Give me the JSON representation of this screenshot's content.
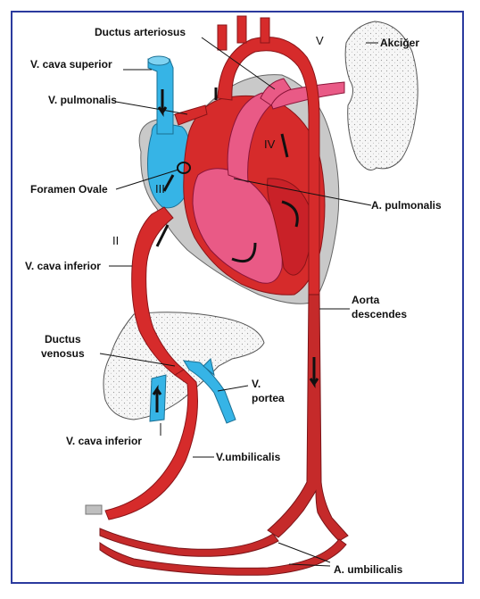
{
  "colors": {
    "arterial": "#d62b2b",
    "arterial_dark": "#b51f24",
    "venous": "#36b4e6",
    "mixed": "#e95a86",
    "pericardium": "#c9c9c9",
    "tissue_fill": "#f4f4f4",
    "frame": "#2b3a9e"
  },
  "labels": {
    "ductus_arteriosus": "Ductus arteriosus",
    "akciger": "Akciğer",
    "v_cava_superior": "V. cava superior",
    "v_pulmonalis": "V. pulmonalis",
    "foramen_ovale": "Foramen Ovale",
    "a_pulmonalis": "A. pulmonalis",
    "v_cava_inferior_top": "V. cava inferior",
    "aorta_descendes_1": "Aorta",
    "aorta_descendes_2": "descendes",
    "ductus_venosus_1": "Ductus",
    "ductus_venosus_2": "venosus",
    "v_portea_1": "V.",
    "v_portea_2": "portea",
    "v_cava_inferior_bottom": "V. cava inferior",
    "v_umbilicalis": "V.umbilicalis",
    "a_umbilicalis": "A. umbilicalis"
  },
  "roman_numerals": {
    "I": "I",
    "II": "II",
    "III": "III",
    "IV": "IV",
    "V": "V"
  }
}
